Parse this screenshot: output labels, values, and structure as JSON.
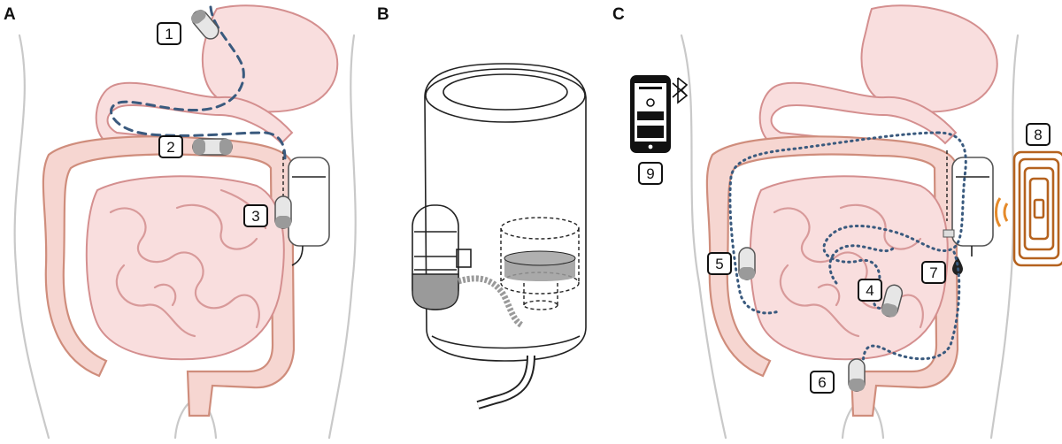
{
  "panels": [
    {
      "id": "A",
      "label": "A"
    },
    {
      "id": "B",
      "label": "B"
    },
    {
      "id": "C",
      "label": "C"
    }
  ],
  "callouts": [
    {
      "id": "1",
      "label": "1"
    },
    {
      "id": "2",
      "label": "2"
    },
    {
      "id": "3",
      "label": "3"
    },
    {
      "id": "4",
      "label": "4"
    },
    {
      "id": "5",
      "label": "5"
    },
    {
      "id": "6",
      "label": "6"
    },
    {
      "id": "7",
      "label": "7"
    },
    {
      "id": "8",
      "label": "8"
    },
    {
      "id": "9",
      "label": "9"
    }
  ],
  "icons": {
    "smartphone": "smartphone-icon",
    "bluetooth": "bluetooth-icon",
    "wireless_emitter": "wireless-emitter-icon",
    "droplet": "droplet-icon"
  },
  "colors": {
    "organ_fill": "#f9dede",
    "organ_stroke": "#d48f8f",
    "capsule_path": "#3a5a7e",
    "emitter": "#b5621e",
    "body_outline": "#c9c9c9"
  }
}
